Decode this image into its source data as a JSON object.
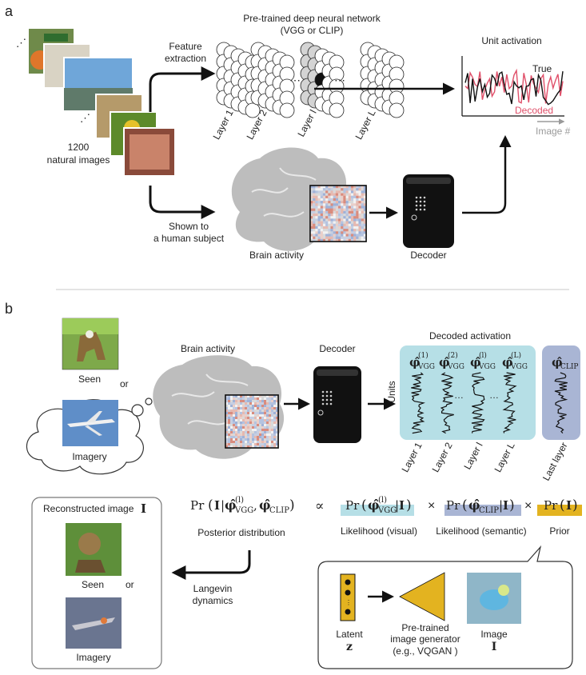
{
  "panel_a": {
    "label": "a",
    "network_title_1": "Pre-trained deep neural network",
    "network_title_2": "(VGG or CLIP)",
    "feature_extraction_1": "Feature",
    "feature_extraction_2": "extraction",
    "layers": [
      "Layer 1",
      "Layer 2",
      "Layer l",
      "Layer L"
    ],
    "images_caption_1": "1200",
    "images_caption_2": "natural images",
    "shown_to_1": "Shown to",
    "shown_to_2": "a human subject",
    "brain_activity": "Brain activity",
    "decoder": "Decoder",
    "unit_activation": "Unit activation",
    "true_label": "True",
    "decoded_label": "Decoded",
    "image_axis": "Image #",
    "colors": {
      "true": "#111111",
      "decoded": "#e0506a",
      "axis_grey": "#9a9a9a"
    }
  },
  "panel_b": {
    "label": "b",
    "seen": "Seen",
    "or": "or",
    "imagery": "Imagery",
    "brain_activity": "Brain activity",
    "decoder": "Decoder",
    "decoded_activation": "Decoded activation",
    "units": "Units",
    "vgg_symbols": [
      "φ̂ VGG (1)",
      "φ̂ VGG (2)",
      "φ̂ VGG (l)",
      "φ̂ VGG (L)"
    ],
    "clip_symbol": "φ̂ CLIP",
    "layers": [
      "Layer 1",
      "Layer 2",
      "Layer l",
      "Layer L"
    ],
    "last_layer": "Last layer",
    "formula": {
      "posterior": "Pr ( I | φ̂ VGG (l) , φ̂ CLIP )",
      "proportional": "∝",
      "likelihood_visual_term": "Pr ( φ̂ VGG (l) | I )",
      "times": "×",
      "likelihood_semantic_term": "Pr ( φ̂ CLIP | I )",
      "prior_term": "Pr ( I )"
    },
    "posterior_distribution": "Posterior distribution",
    "likelihood_visual": "Likelihood (visual)",
    "likelihood_semantic": "Likelihood (semantic)",
    "prior": "Prior",
    "reconstructed_image": "Reconstructed image",
    "reconstructed_symbol": "I",
    "langevin_1": "Langevin",
    "langevin_2": "dynamics",
    "latent": "Latent",
    "latent_symbol": "z",
    "generator_1": "Pre-trained",
    "generator_2": "image generator",
    "generator_3": "(e.g., VQGAN )",
    "image": "Image",
    "image_symbol": "I",
    "colors": {
      "vgg_panel": "#b6dfe6",
      "clip_panel": "#a9b5d4",
      "visual_bar": "#b6dfe6",
      "semantic_bar": "#a9b5d4",
      "prior_bar": "#e3b320",
      "generator": "#e3b320"
    }
  }
}
